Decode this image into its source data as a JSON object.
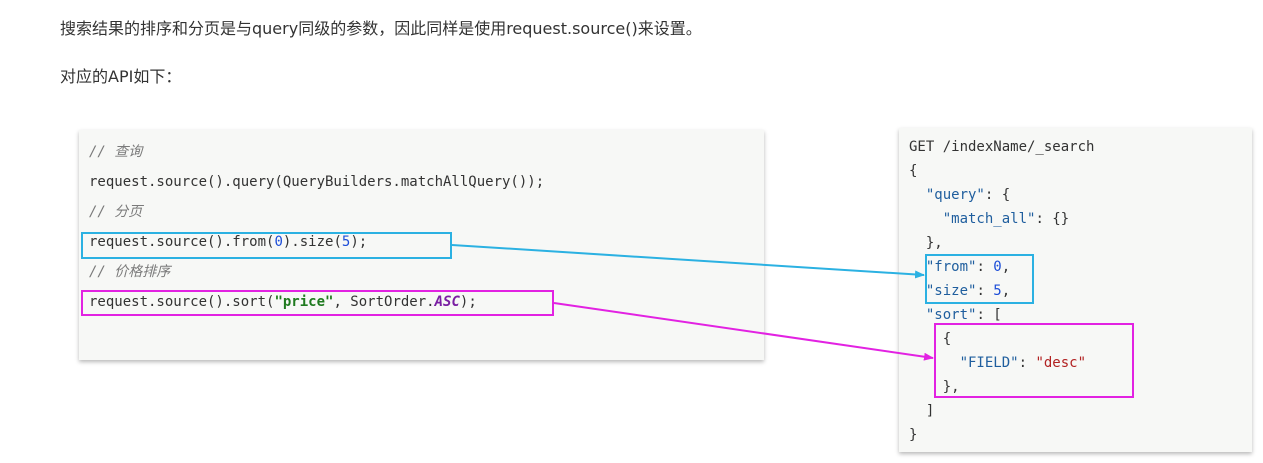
{
  "intro_text": "搜索结果的排序和分页是与query同级的参数，因此同样是使用request.source()来设置。",
  "api_label": "对应的API如下：",
  "java_code": {
    "comment_query": "// 查询",
    "line_query": "request.source().query(QueryBuilders.matchAllQuery());",
    "comment_page": "// 分页",
    "line_page_a": "request.source().from(",
    "line_page_from": "0",
    "line_page_b": ").size(",
    "line_page_size": "5",
    "line_page_c": ");",
    "comment_sort": "// 价格排序",
    "line_sort_a": "request.source().sort(",
    "line_sort_field": "\"price\"",
    "line_sort_b": ", SortOrder.",
    "line_sort_order": "ASC",
    "line_sort_c": ");"
  },
  "dsl_code": {
    "line_get": "GET /indexName/_search",
    "line_open": "{",
    "key_query": "\"query\"",
    "query_tail": ": {",
    "key_match_all": "\"match_all\"",
    "match_all_tail": ": {}",
    "line_close_query": "},",
    "key_from": "\"from\"",
    "colon_from": ": ",
    "val_from": "0",
    "comma_from": ",",
    "key_size": "\"size\"",
    "colon_size": ": ",
    "val_size": "5",
    "comma_size": ",",
    "key_sort": "\"sort\"",
    "sort_tail": ": [",
    "line_sort_obj_open": "{",
    "key_field": "\"FIELD\"",
    "colon_field": ": ",
    "val_desc": "\"desc\"",
    "line_sort_obj_close": "},",
    "line_sort_close": "]",
    "line_end": "}"
  },
  "colors": {
    "highlight_blue": "#2bb1e2",
    "highlight_magenta": "#e222e2",
    "code_background": "#f7f8f6"
  }
}
